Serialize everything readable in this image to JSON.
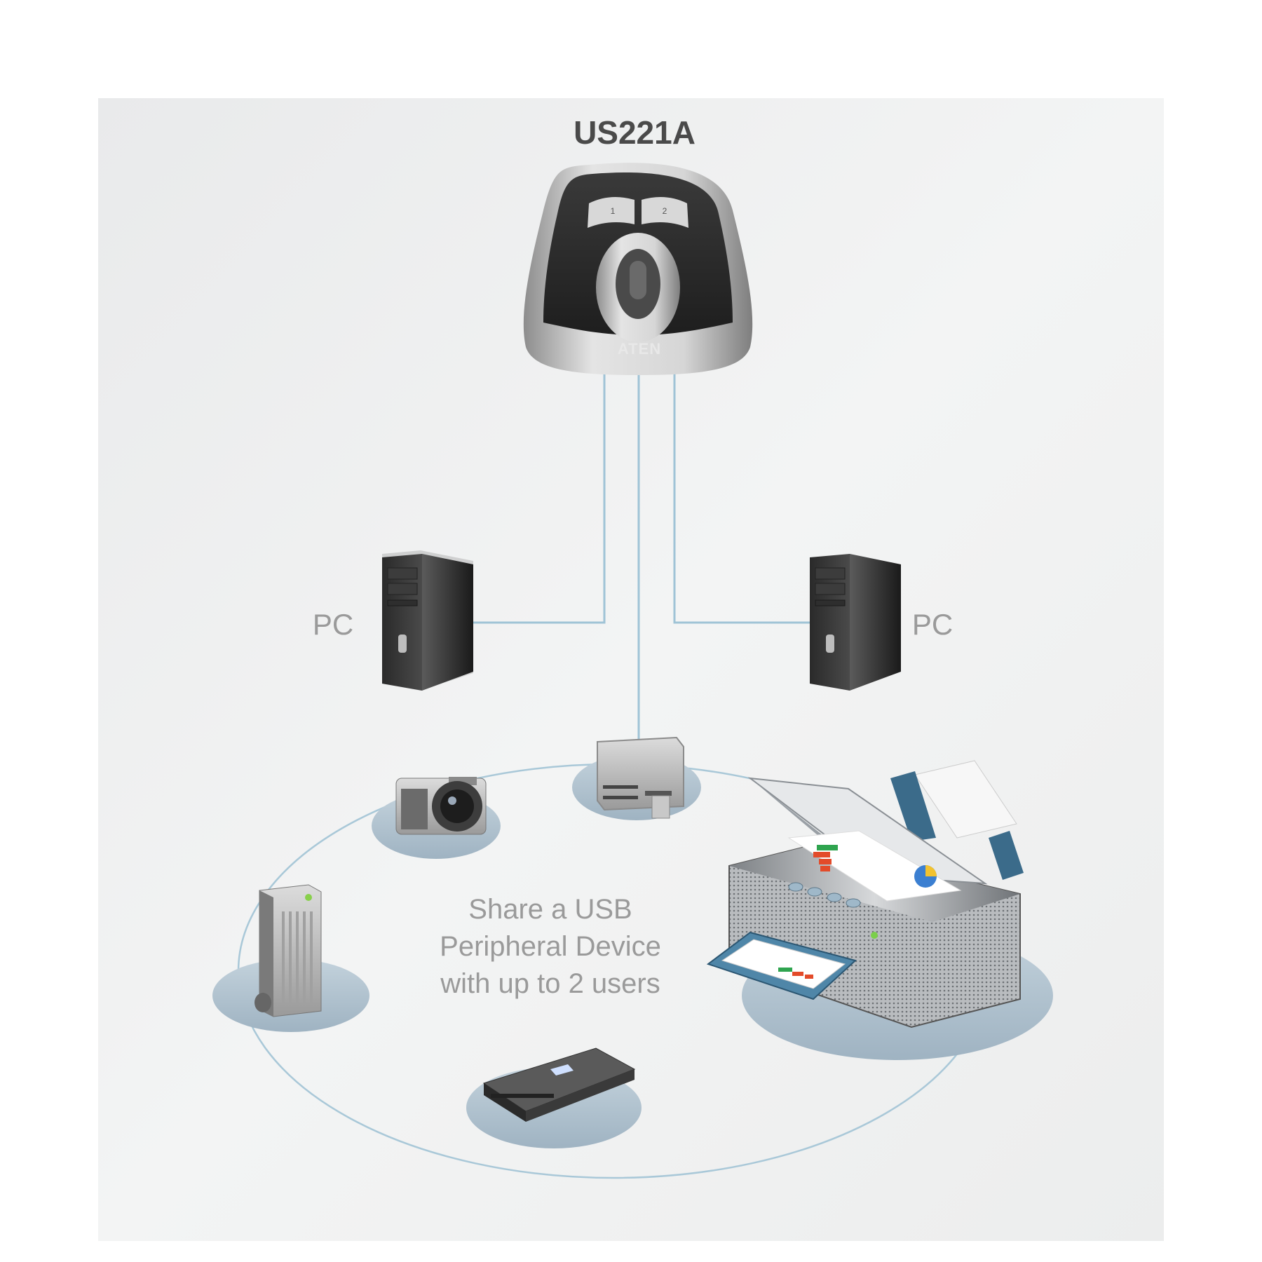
{
  "title": "US221A",
  "device_logo": "ATEN",
  "pcs": [
    {
      "label": "PC"
    },
    {
      "label": "PC"
    }
  ],
  "caption": {
    "lines": [
      "Share a USB",
      "Peripheral Device",
      "with up to 2 users"
    ]
  },
  "peripherals": [
    {
      "name": "card-reader-icon"
    },
    {
      "name": "camera-icon"
    },
    {
      "name": "external-drive-icon"
    },
    {
      "name": "scanner-icon"
    },
    {
      "name": "printer-icon"
    }
  ],
  "colors": {
    "panel_background": "#f1f2f2",
    "connector_line": "#9fc3d6",
    "device_pad": "#aebfcc",
    "device_dark": "#2b2b2b",
    "device_silver": "#c9c9c9",
    "label_gray": "#9a9a9a",
    "title_gray": "#4a4a4a"
  }
}
